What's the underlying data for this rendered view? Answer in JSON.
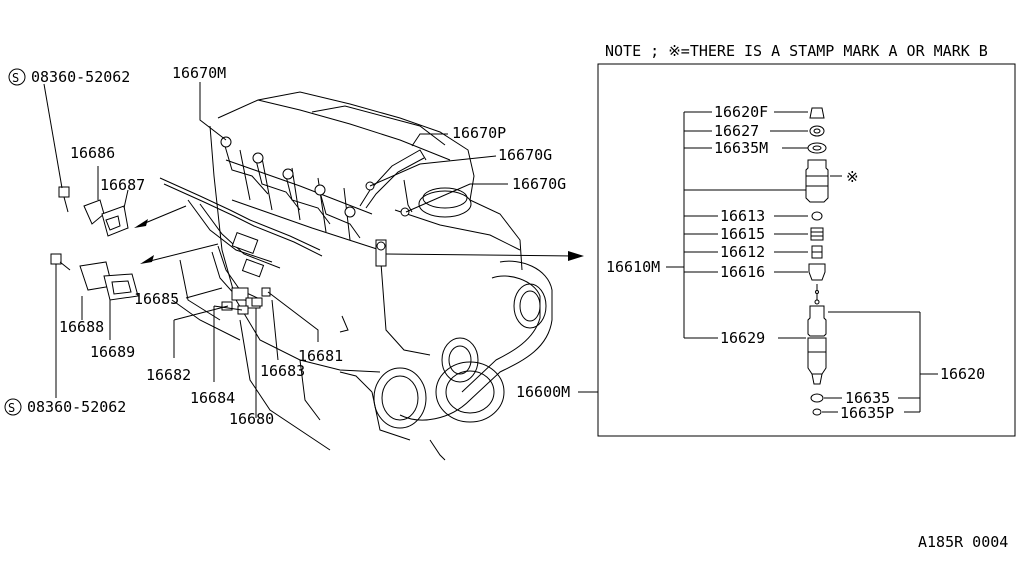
{
  "note": "NOTE ; ※=THERE IS A STAMP MARK A OR MARK B",
  "figure_code": "A185R 0004",
  "callouts": {
    "bolt_top_s": "S",
    "bolt_top": "08360-52062",
    "bolt_bottom_s": "S",
    "bolt_bottom": "08360-52062",
    "p16670M": "16670M",
    "p16686": "16686",
    "p16687": "16687",
    "p16670P": "16670P",
    "p16670G_a": "16670G",
    "p16670G_b": "16670G",
    "p16685": "16685",
    "p16688": "16688",
    "p16689": "16689",
    "p16682": "16682",
    "p16684": "16684",
    "p16683": "16683",
    "p16681": "16681",
    "p16680": "16680"
  },
  "detail": {
    "p16620F": "16620F",
    "p16627": "16627",
    "p16635M": "16635M",
    "stamp": "※",
    "p16613": "16613",
    "p16615": "16615",
    "p16612": "16612",
    "p16616": "16616",
    "p16629": "16629",
    "p16610M": "16610M",
    "p16620": "16620",
    "p16635": "16635",
    "p16635P": "16635P",
    "p16600M": "16600M"
  }
}
